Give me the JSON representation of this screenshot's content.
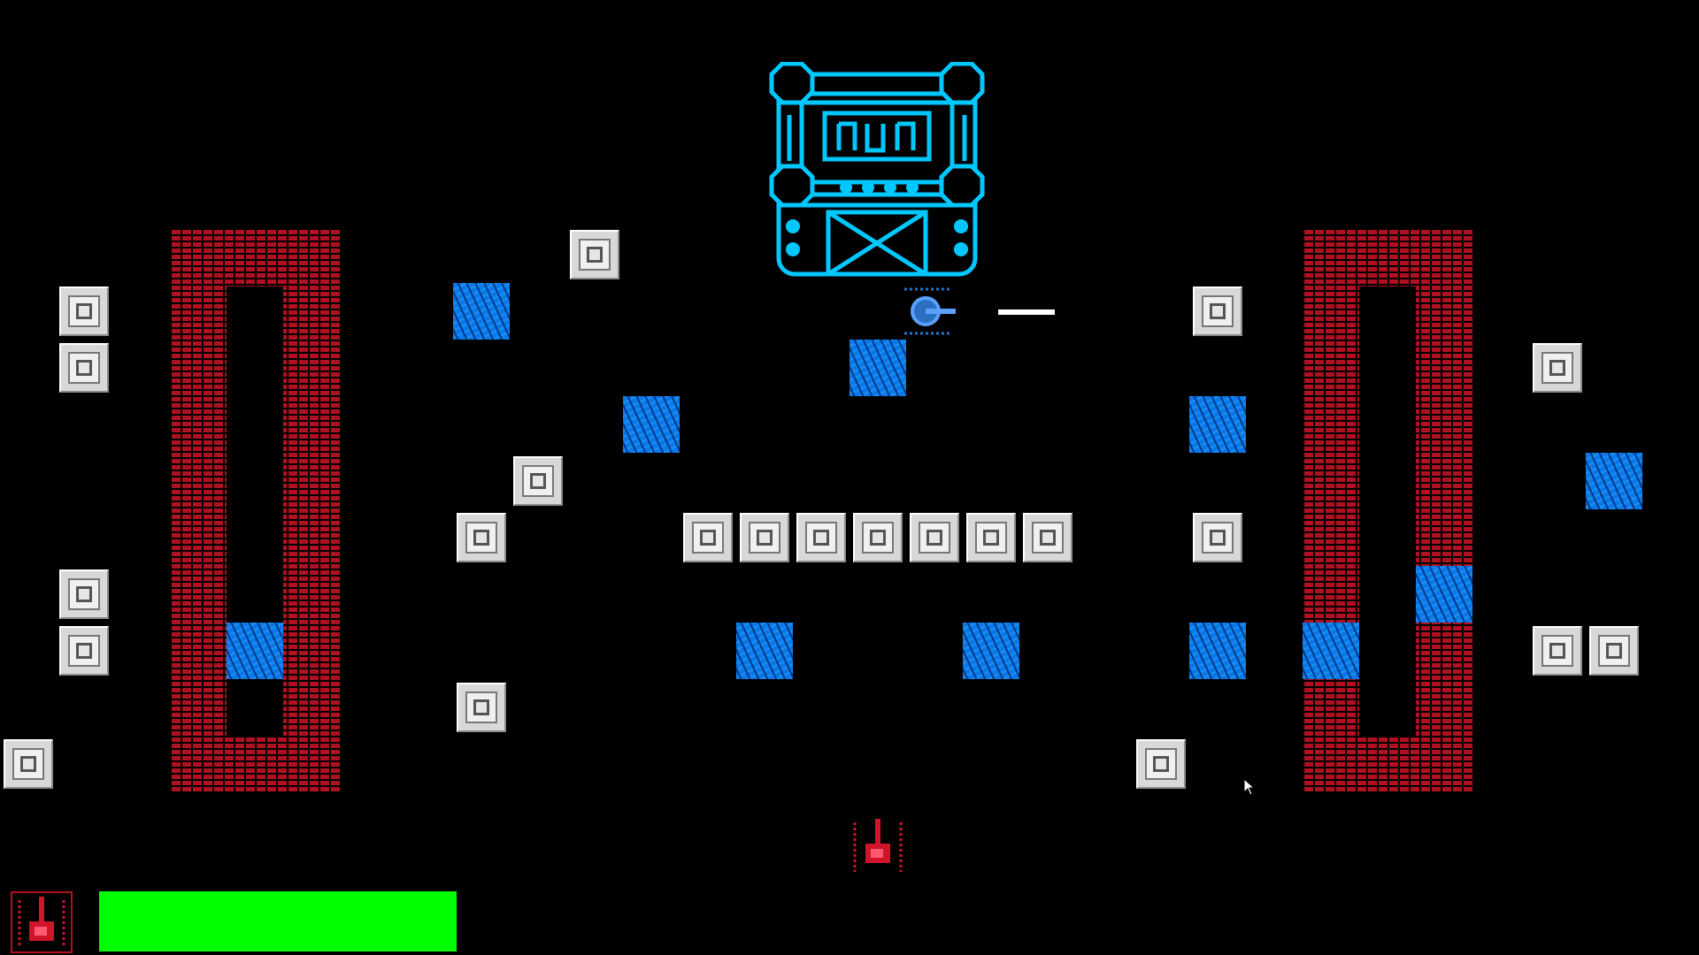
{
  "game": {
    "background_color": "#000000",
    "player": {
      "color": "#d0142a",
      "facing": "up"
    },
    "enemy_tank": {
      "color": "#1e73c8",
      "facing": "right"
    },
    "boss_fortress": {
      "color": "#00c8ff"
    },
    "tile_types": [
      "steel-block",
      "water-tile",
      "brick-wall"
    ]
  },
  "hud": {
    "player_icon": "player-tank-icon",
    "health_fraction": 1.0,
    "health_color": "#00ff00",
    "frame_color": "#b01020"
  }
}
